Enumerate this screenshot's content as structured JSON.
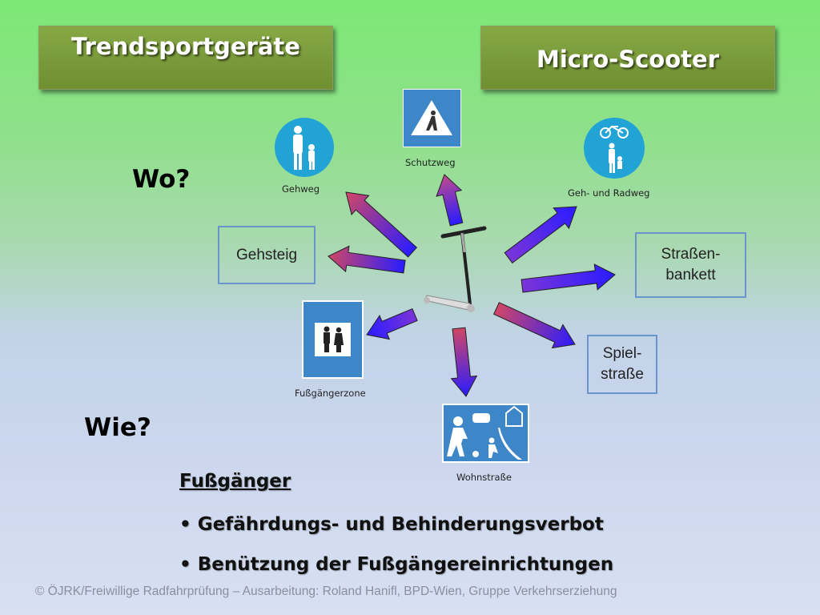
{
  "titles": {
    "left": "Trendsportgeräte",
    "right": "Micro-Scooter"
  },
  "questions": {
    "where": "Wo?",
    "how": "Wie?"
  },
  "signs": {
    "gehweg": "Gehweg",
    "schutzweg": "Schutzweg",
    "geh_radweg": "Geh- und Radweg",
    "fussgaengerzone": "Fußgängerzone",
    "wohnstrasse": "Wohnstraße"
  },
  "boxes": {
    "gehsteig": "Gehsteig",
    "bankett": "Straßen-\nbankett",
    "spielstrasse": "Spiel-\nstraße"
  },
  "rules": {
    "heading": "Fußgänger",
    "items": [
      "• Gefährdungs- und Behinderungsverbot",
      "• Benützung der Fußgängereinrichtungen"
    ]
  },
  "footer": "© ÖJRK/Freiwillige Radfahrprüfung – Ausarbeitung: Roland Hanifl, BPD-Wien, Gruppe Verkehrserziehung",
  "colors": {
    "sign_blue": "#3d86c8",
    "round_blue": "#21a3d6",
    "arrow_red": "#d04766",
    "arrow_blue": "#2a1cff"
  }
}
